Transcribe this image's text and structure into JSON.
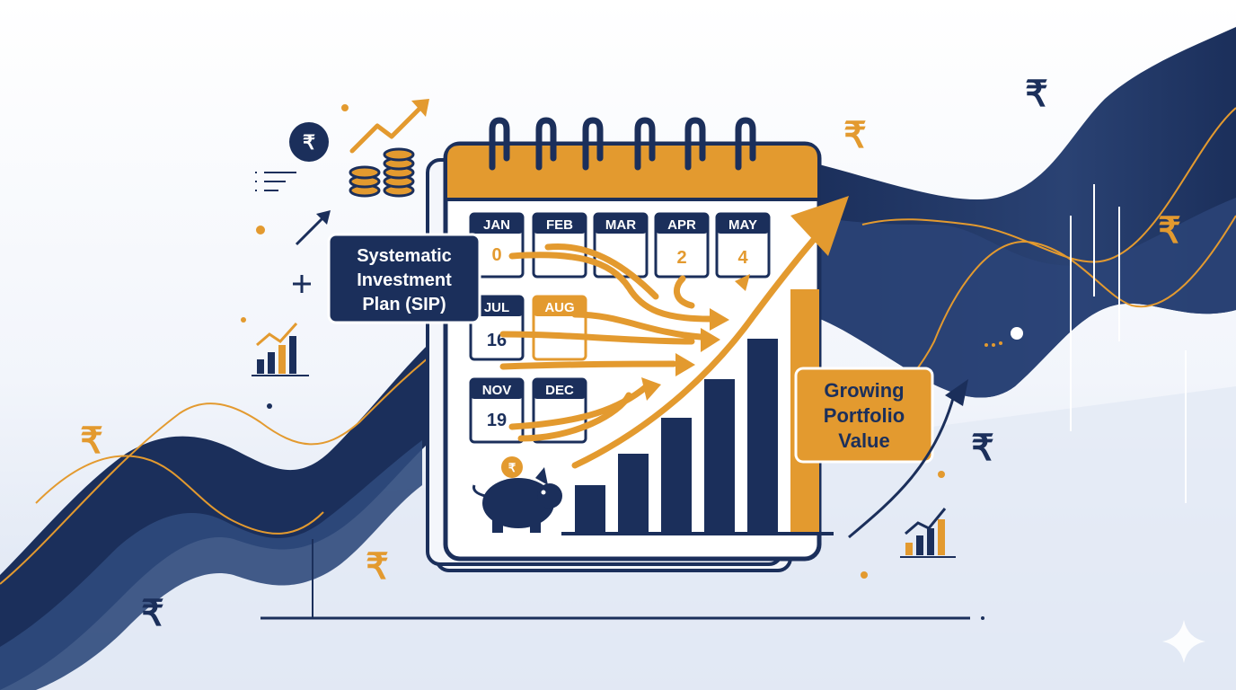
{
  "labels": {
    "sip_line1": "Systematic",
    "sip_line2": "Investment",
    "sip_line3": "Plan (SIP)",
    "growth_line1": "Growing",
    "growth_line2": "Portfolio",
    "growth_line3": "Value"
  },
  "calendar": {
    "months": [
      {
        "name": "JAN",
        "value": "0"
      },
      {
        "name": "FEB",
        "value": ""
      },
      {
        "name": "MAR",
        "value": ""
      },
      {
        "name": "APR",
        "value": "2"
      },
      {
        "name": "MAY",
        "value": "4"
      },
      {
        "name": "JUL",
        "value": ""
      },
      {
        "name": "AUG",
        "value": ""
      },
      {
        "name": "",
        "value": "16"
      },
      {
        "name": "NOV",
        "value": ""
      },
      {
        "name": "DEC",
        "value": ""
      },
      {
        "name": "",
        "value": "19"
      }
    ]
  },
  "currency_symbol": "₹",
  "colors": {
    "navy": "#1b2f5b",
    "orange": "#e39a2f",
    "light_bg": "#dfe7f4"
  }
}
